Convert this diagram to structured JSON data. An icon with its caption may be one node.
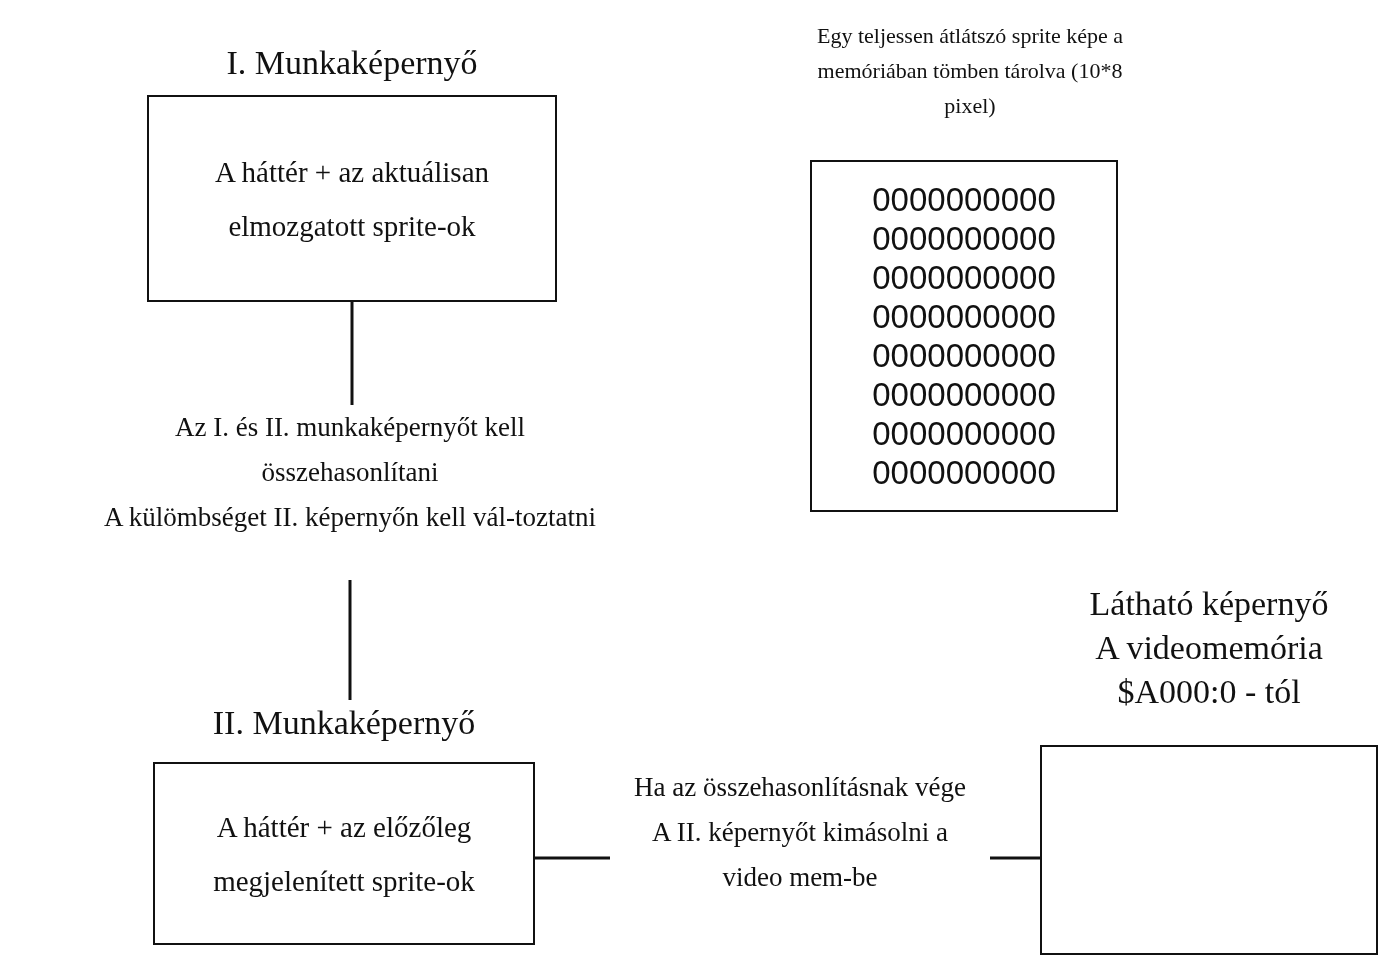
{
  "diagram": {
    "nodes": [
      {
        "text": [
          "I. Munkaképernyő",
          "A háttér + az aktuálisan elmozgatott sprite-ok"
        ]
      },
      {
        "text": [
          "Egy teljessen átlátszó sprite képe a memóriában tömben tárolva (10*8 pixel)",
          "0000000000",
          "0000000000",
          "0000000000",
          "0000000000",
          "0000000000",
          "0000000000",
          "0000000000",
          "0000000000"
        ]
      },
      {
        "text": [
          "Az I. és II. munkaképernyőt kell összehasonlítani",
          "A külömbséget II. képernyőn kell vál-toztatni"
        ]
      },
      {
        "text": [
          "II. Munkaképernyő",
          "A háttér + az előzőleg megjelenített sprite-ok"
        ]
      },
      {
        "text": [
          "Ha az összehasonlításnak vége",
          "A II. képernyőt kimásolni a video mem-be"
        ]
      },
      {
        "text": [
          "Látható képernyő",
          "A videomemória",
          "$A000:0 - tól"
        ]
      }
    ],
    "edges": [
      {
        "from": 0,
        "to": 2,
        "arrow": "none"
      },
      {
        "from": 2,
        "to": 3,
        "arrow": "none"
      },
      {
        "from": 3,
        "to": 4,
        "arrow": "none"
      },
      {
        "from": 4,
        "to": 5,
        "arrow": "none"
      }
    ]
  }
}
